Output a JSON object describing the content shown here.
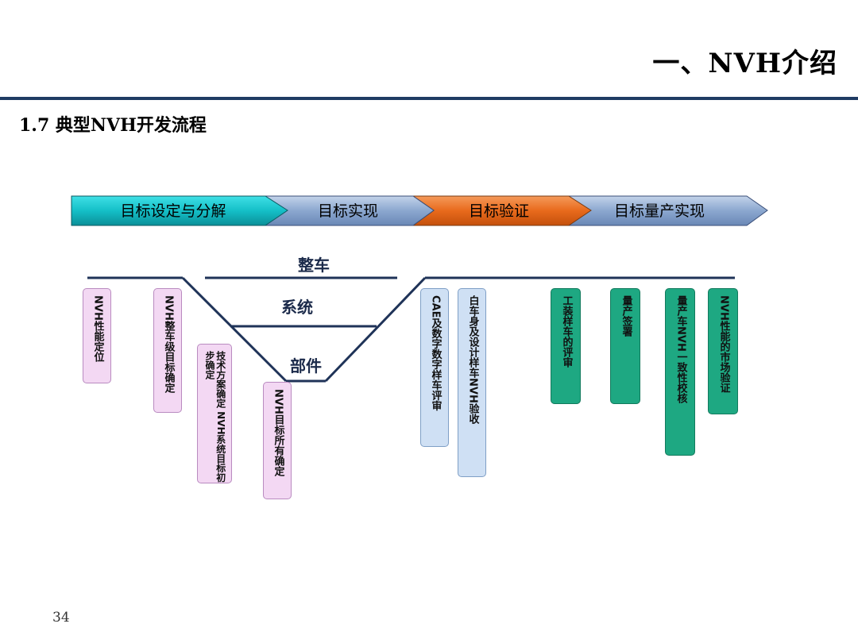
{
  "header": {
    "title": "一、NVH介绍",
    "subtitle": "1.7 典型NVH开发流程"
  },
  "phases": [
    {
      "label": "目标设定与分解",
      "color": "#14bfc7"
    },
    {
      "label": "目标实现",
      "color": "#8ba7cf"
    },
    {
      "label": "目标验证",
      "color": "#e86a1c"
    },
    {
      "label": "目标量产实现",
      "color": "#8ba7cf"
    }
  ],
  "levels": {
    "vehicle": "整车",
    "system": "系统",
    "component": "部件"
  },
  "steps": [
    {
      "id": "perf-position",
      "text": "NVH性能定位",
      "style": "pink"
    },
    {
      "id": "vehicle-target",
      "text": "NVH整车级目标确定",
      "style": "pink"
    },
    {
      "id": "system-target",
      "text": "技术方案确定 NVH系统目标初步确定",
      "style": "pink"
    },
    {
      "id": "all-target",
      "text": "NVH目标所有确定",
      "style": "pink"
    },
    {
      "id": "cae-review",
      "text": "CAE及数字数字样车评审",
      "style": "blue"
    },
    {
      "id": "biw-validation",
      "text": "白车身及设计样车NVH验收",
      "style": "blue"
    },
    {
      "id": "tooling-review",
      "text": "工装样车的评审",
      "style": "green"
    },
    {
      "id": "production-signoff",
      "text": "量产签署",
      "style": "green"
    },
    {
      "id": "production-check",
      "text": "量产车NVH一致性校核",
      "style": "green"
    },
    {
      "id": "market-validation",
      "text": "NVH性能的市场验证",
      "style": "green"
    }
  ],
  "footer": {
    "page_number": "34"
  }
}
